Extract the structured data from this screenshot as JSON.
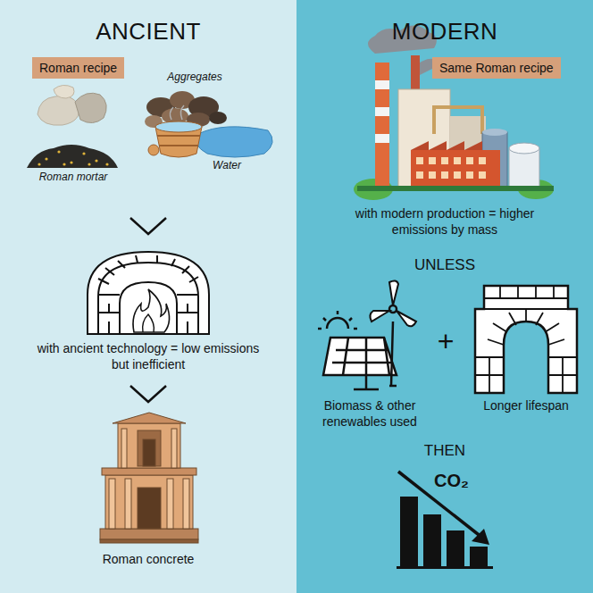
{
  "diagram": {
    "nodes": [
      {
        "text": [
          "ANCIENT"
        ]
      },
      {
        "text": [
          "Roman recipe"
        ],
        "in": 0
      },
      {
        "text": [
          "MODERN"
        ]
      },
      {
        "text": [
          "Same Roman recipe"
        ],
        "in": 2
      }
    ],
    "labels": [
      "Aggregates",
      "Roman mortar",
      "Water",
      "with ancient technology = low emissions but inefficient",
      "Roman concrete",
      "with modern production = higher emissions by mass",
      "UNLESS",
      "Biomass & other renewables used",
      "+",
      "Longer lifespan",
      "THEN",
      "CO₂"
    ]
  }
}
